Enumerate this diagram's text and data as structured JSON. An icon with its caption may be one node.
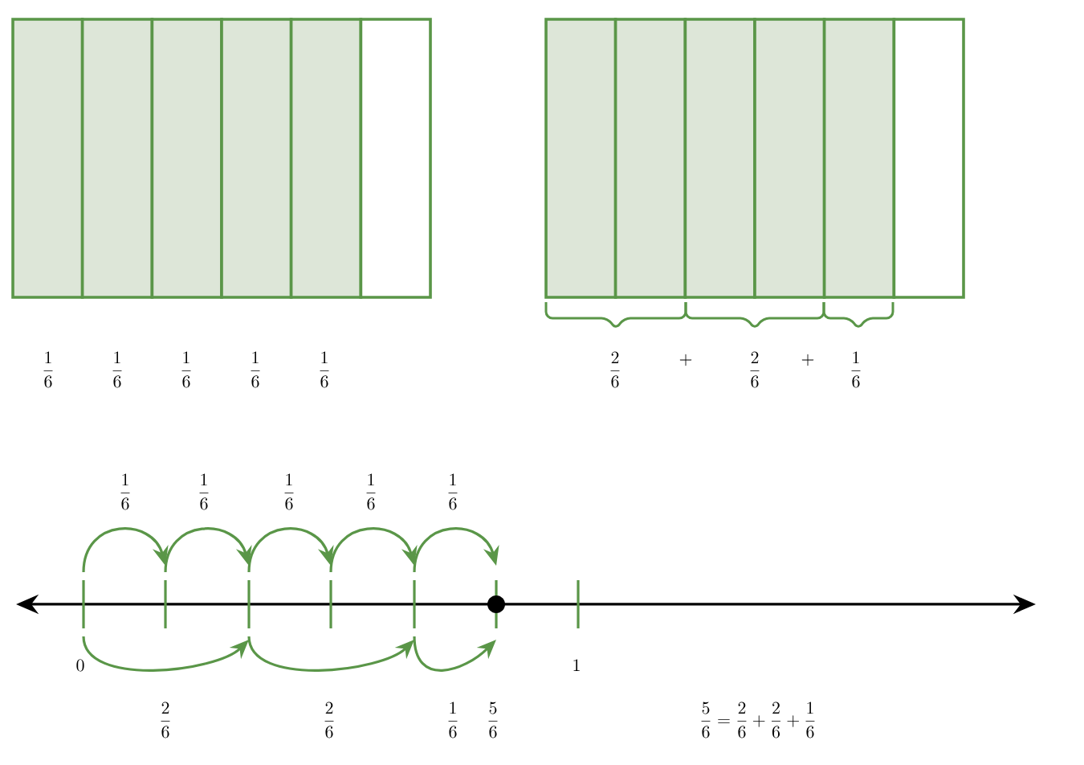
{
  "diagram": {
    "labels": [
      "\\frac{1}{6}",
      "\\frac{1}{6}",
      "\\frac{1}{6}",
      "\\frac{1}{6}",
      "\\frac{1}{6}",
      "\\frac{2}{6}",
      "+",
      "\\frac{2}{6}",
      "+",
      "\\frac{1}{6}",
      "\\frac{1}{6}",
      "\\frac{1}{6}",
      "\\frac{1}{6}",
      "\\frac{1}{6}",
      "\\frac{1}{6}",
      "0",
      "1",
      "\\frac{2}{6}",
      "\\frac{2}{6}",
      "\\frac{1}{6}",
      "\\frac{5}{6}",
      "\\frac{5}{6} = \\frac{2}{6} + \\frac{2}{6} + \\frac{1}{6}"
    ]
  }
}
